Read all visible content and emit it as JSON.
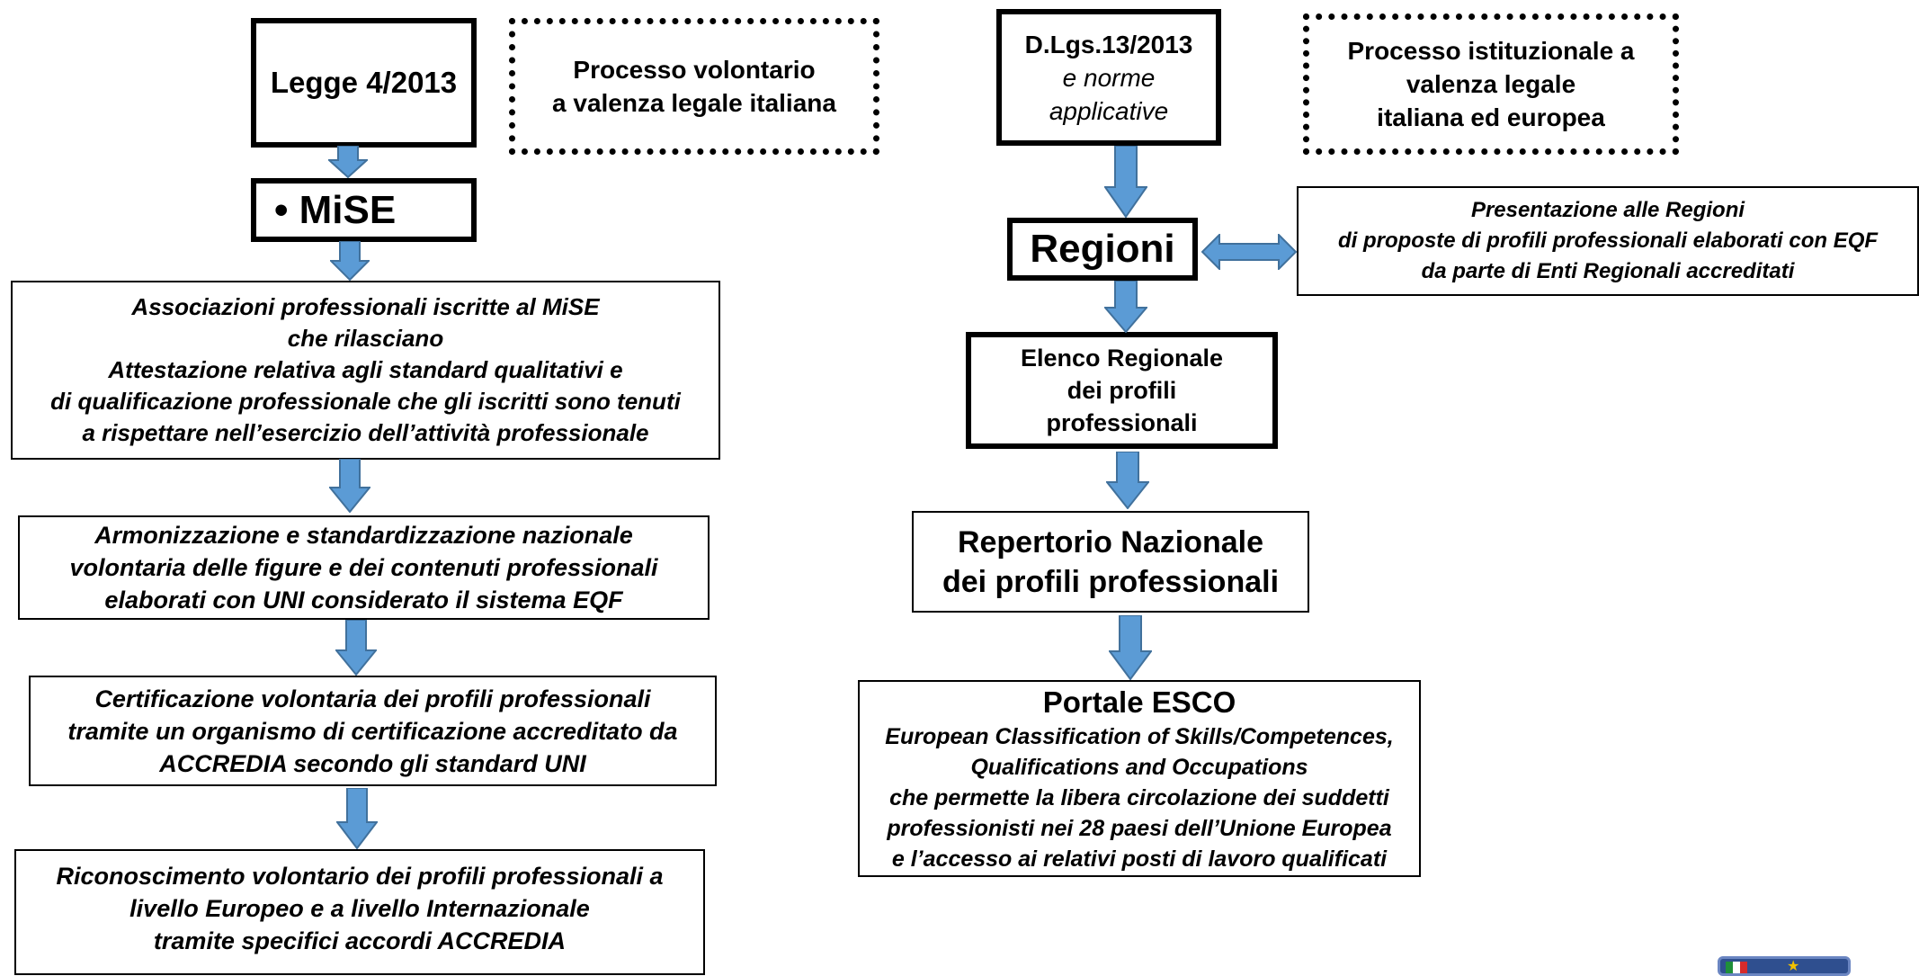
{
  "left": {
    "law_box": "Legge 4/2013",
    "note_box": [
      "Processo volontario",
      "a valenza legale italiana"
    ],
    "mise_box": "•  MiSE",
    "step1": [
      "Associazioni professionali  iscritte al  MiSE",
      "che rilasciano",
      "Attestazione relativa agli standard qualitativi e",
      "di qualificazione professionale che gli iscritti sono tenuti",
      "a rispettare nell’esercizio dell’attività professionale"
    ],
    "step2": [
      "Armonizzazione e standardizzazione nazionale",
      "volontaria delle figure e dei contenuti professionali",
      "elaborati con UNI considerato il sistema EQF"
    ],
    "step3": [
      "Certificazione volontaria dei profili professionali",
      "tramite un organismo di certificazione accreditato da",
      "ACCREDIA secondo gli standard UNI"
    ],
    "step4": [
      "Riconoscimento volontario dei profili professionali a",
      "livello Europeo e a livello Internazionale",
      "tramite specifici accordi ACCREDIA"
    ]
  },
  "right": {
    "law_box": {
      "title": "D.Lgs.13/2013",
      "sub": [
        "e norme",
        "applicative"
      ]
    },
    "note_box": [
      "Processo istituzionale a",
      "valenza legale",
      "italiana ed europea"
    ],
    "regioni_box": "Regioni",
    "proposal_box": [
      "Presentazione alle Regioni",
      "di proposte di profili professionali  elaborati con EQF",
      "da parte di Enti Regionali accreditati"
    ],
    "elenco_box": [
      "Elenco Regionale",
      "dei profili",
      "professionali"
    ],
    "repertorio_box": [
      "Repertorio Nazionale",
      "dei profili professionali"
    ],
    "esco_box": {
      "title": "Portale  ESCO",
      "lines": [
        "European Classification of  Skills/Competences,",
        "Qualifications and Occupations",
        "che permette la libera circolazione dei  suddetti",
        "professionisti nei 28 paesi dell’Unione Europea",
        "e l’accesso ai relativi posti di lavoro qualificati"
      ]
    }
  },
  "colors": {
    "arrow_fill": "#5b9bd5",
    "arrow_stroke": "#41719c",
    "border": "#000000"
  }
}
